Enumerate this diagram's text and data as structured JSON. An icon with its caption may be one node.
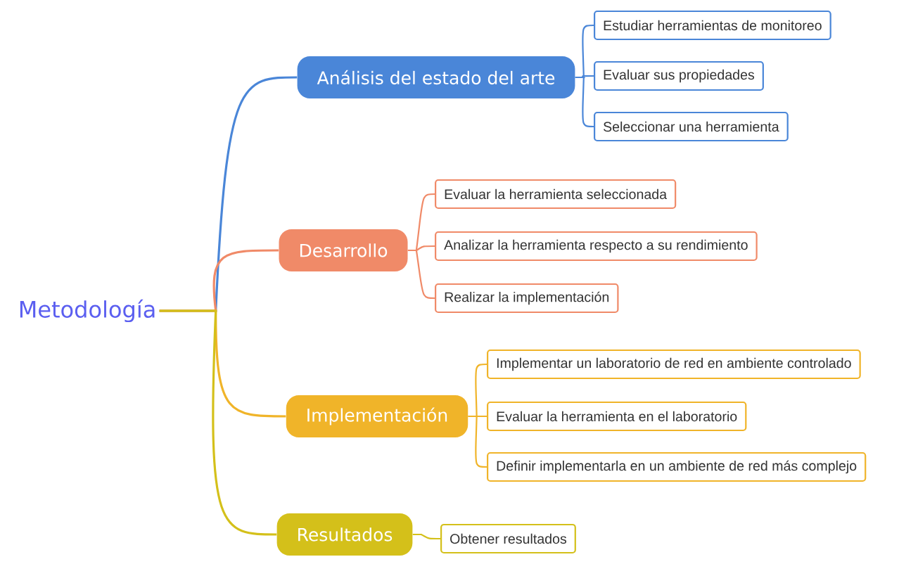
{
  "diagram": {
    "nodes": [
      {
        "text": [
          "Metodología"
        ]
      },
      {
        "text": [
          "Análisis del estado del arte"
        ]
      },
      {
        "text": [
          "Estudiar herramientas de monitoreo"
        ]
      },
      {
        "text": [
          "Evaluar sus propiedades"
        ]
      },
      {
        "text": [
          "Seleccionar una herramienta"
        ]
      },
      {
        "text": [
          "Desarrollo"
        ]
      },
      {
        "text": [
          "Evaluar la herramienta seleccionada"
        ]
      },
      {
        "text": [
          "Analizar la herramienta respecto a su rendimiento"
        ]
      },
      {
        "text": [
          "Realizar la implementación"
        ]
      },
      {
        "text": [
          "Implementación"
        ]
      },
      {
        "text": [
          "Implementar un laboratorio de red en ambiente controlado"
        ]
      },
      {
        "text": [
          "Evaluar la herramienta en el laboratorio"
        ]
      },
      {
        "text": [
          "Definir implementarla en un ambiente de red más complejo"
        ]
      },
      {
        "text": [
          "Resultados"
        ]
      },
      {
        "text": [
          "Obtener resultados"
        ]
      }
    ],
    "edges": [
      {
        "from": 0,
        "to": 1,
        "arrow": "none",
        "color": "#4a86d8"
      },
      {
        "from": 1,
        "to": 2,
        "arrow": "none",
        "color": "#4a86d8"
      },
      {
        "from": 1,
        "to": 3,
        "arrow": "none",
        "color": "#4a86d8"
      },
      {
        "from": 1,
        "to": 4,
        "arrow": "none",
        "color": "#4a86d8"
      },
      {
        "from": 0,
        "to": 5,
        "arrow": "none",
        "color": "#f08a68"
      },
      {
        "from": 5,
        "to": 6,
        "arrow": "none",
        "color": "#f08a68"
      },
      {
        "from": 5,
        "to": 7,
        "arrow": "none",
        "color": "#f08a68"
      },
      {
        "from": 5,
        "to": 8,
        "arrow": "none",
        "color": "#f08a68"
      },
      {
        "from": 0,
        "to": 9,
        "arrow": "none",
        "color": "#f0b429"
      },
      {
        "from": 9,
        "to": 10,
        "arrow": "none",
        "color": "#f0b429"
      },
      {
        "from": 9,
        "to": 11,
        "arrow": "none",
        "color": "#f0b429"
      },
      {
        "from": 9,
        "to": 12,
        "arrow": "none",
        "color": "#f0b429"
      },
      {
        "from": 0,
        "to": 13,
        "arrow": "none",
        "color": "#d4c01a"
      },
      {
        "from": 13,
        "to": 14,
        "arrow": "none",
        "color": "#d4c01a"
      }
    ]
  }
}
